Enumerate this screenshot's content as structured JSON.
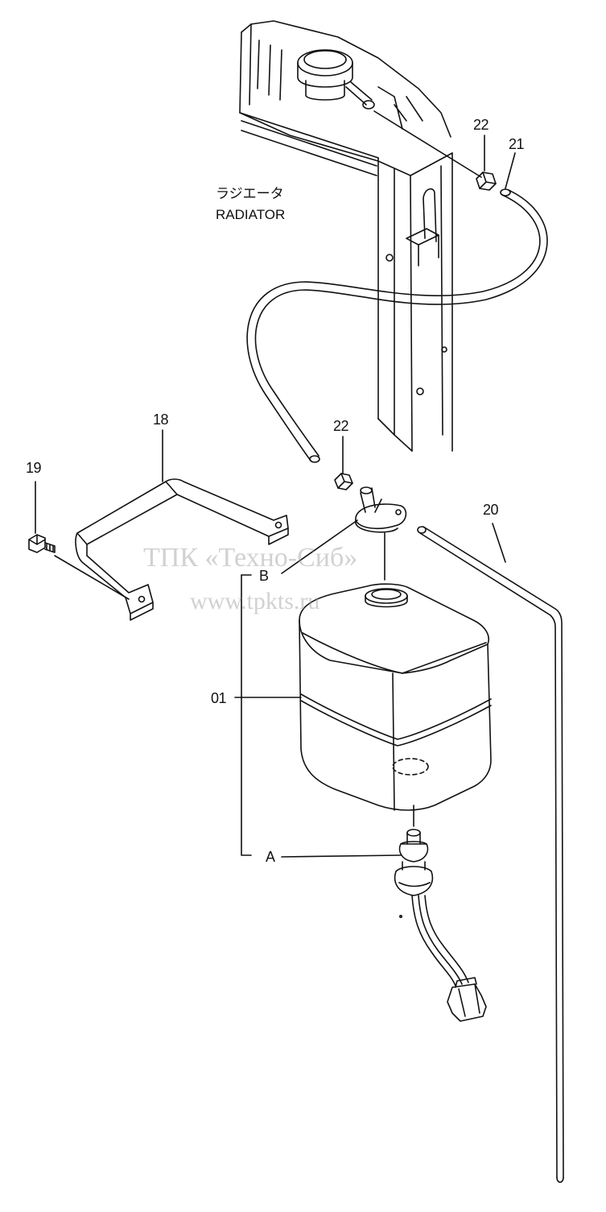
{
  "colors": {
    "line": "#111111",
    "watermark": "#9a9a9a",
    "background": "#ffffff"
  },
  "radiator": {
    "label_ja": "ラジエータ",
    "label_en": "RADIATOR"
  },
  "callouts": {
    "nut_upper": "22",
    "hose_upper": "21",
    "bracket": "18",
    "bolt": "19",
    "nut_lower": "22",
    "overflow_hose": "20",
    "cap_ref": "B",
    "tank": "01",
    "sensor_ref": "A"
  },
  "watermark": {
    "line1": "ТПК «Техно-Сиб»",
    "line2": "www.tpkts.ru"
  }
}
